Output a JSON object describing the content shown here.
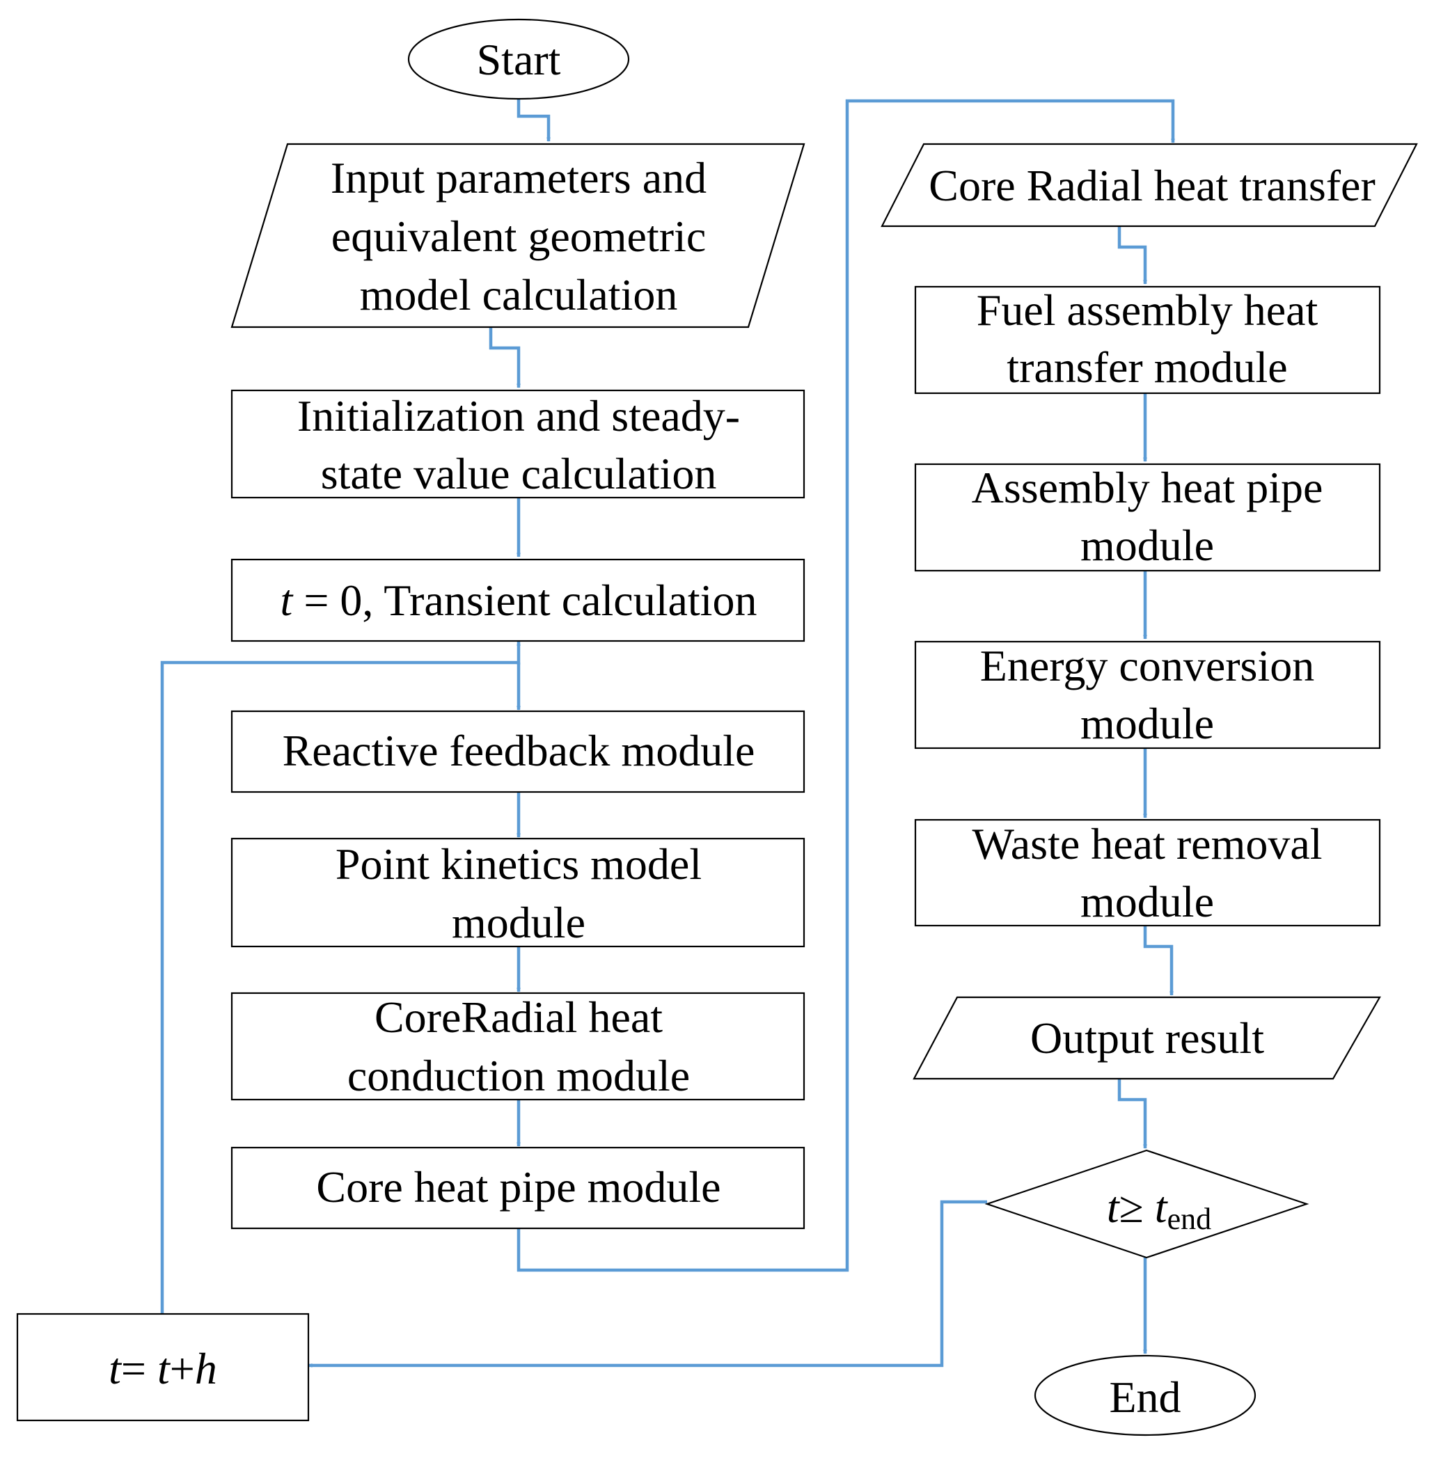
{
  "colors": {
    "connector": "#5b9bd5",
    "shape_stroke": "#000000",
    "text": "#000000"
  },
  "nodes": {
    "start": "Start",
    "input": [
      "Input parameters and",
      "equivalent geometric",
      "model calculation"
    ],
    "init": [
      "Initialization and steady-",
      "state value calculation"
    ],
    "transient": {
      "var": "t",
      "rest": " = 0, Transient calculation"
    },
    "reactive": "Reactive feedback module",
    "point_kinetics": [
      "Point kinetics model",
      "module"
    ],
    "coreradial_conduction": [
      "CoreRadial heat",
      "conduction module"
    ],
    "core_heat_pipe": "Core heat pipe module",
    "core_radial_transfer": "Core Radial heat transfer",
    "fuel_assembly": [
      "Fuel assembly heat",
      "transfer module"
    ],
    "assembly_heat_pipe": [
      "Assembly heat pipe",
      "module"
    ],
    "energy_conversion": [
      "Energy conversion",
      "module"
    ],
    "waste_heat": [
      "Waste heat removal",
      "module"
    ],
    "output": "Output result",
    "decision": {
      "var": "t",
      "op": "≥ ",
      "var2": "t",
      "sub": "end"
    },
    "update": {
      "a": "t",
      "eq": "= ",
      "b": "t",
      "plus": "+",
      "c": "h"
    },
    "end": "End"
  }
}
